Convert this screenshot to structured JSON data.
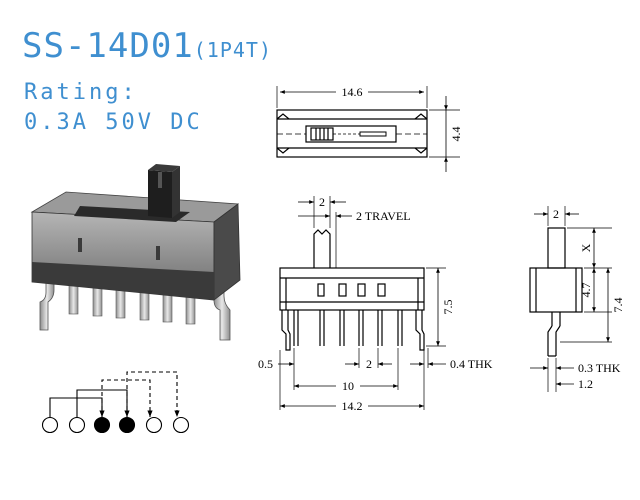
{
  "header": {
    "model": "SS-14D01",
    "pole_throw": "(1P4T)",
    "rating_label": "Rating:",
    "rating_value": "0.3A  50V  DC"
  },
  "top_view": {
    "width_dim": "14.6",
    "height_dim": "4.4"
  },
  "front_view": {
    "actuator_dim": "2",
    "travel_dim": "2 TRAVEL",
    "height_dim": "7.5",
    "left_offset_dim": "0.5",
    "pitch_dim": "2",
    "pin_thickness_dim": "0.4 THK",
    "span_dim": "10",
    "body_dim": "14.2"
  },
  "side_view": {
    "actuator_dim": "2",
    "actuator_height_dim": "X",
    "body_dim": "4.7",
    "overall_dim": "7.4",
    "pin_thickness_dim": "0.3 THK",
    "pin_offset_dim": "1.2"
  },
  "colors": {
    "title": "#3f8fd0",
    "body_dark": "#3a3a3a",
    "body_light": "#9a9a9a",
    "pin": "#c8c8c8"
  }
}
